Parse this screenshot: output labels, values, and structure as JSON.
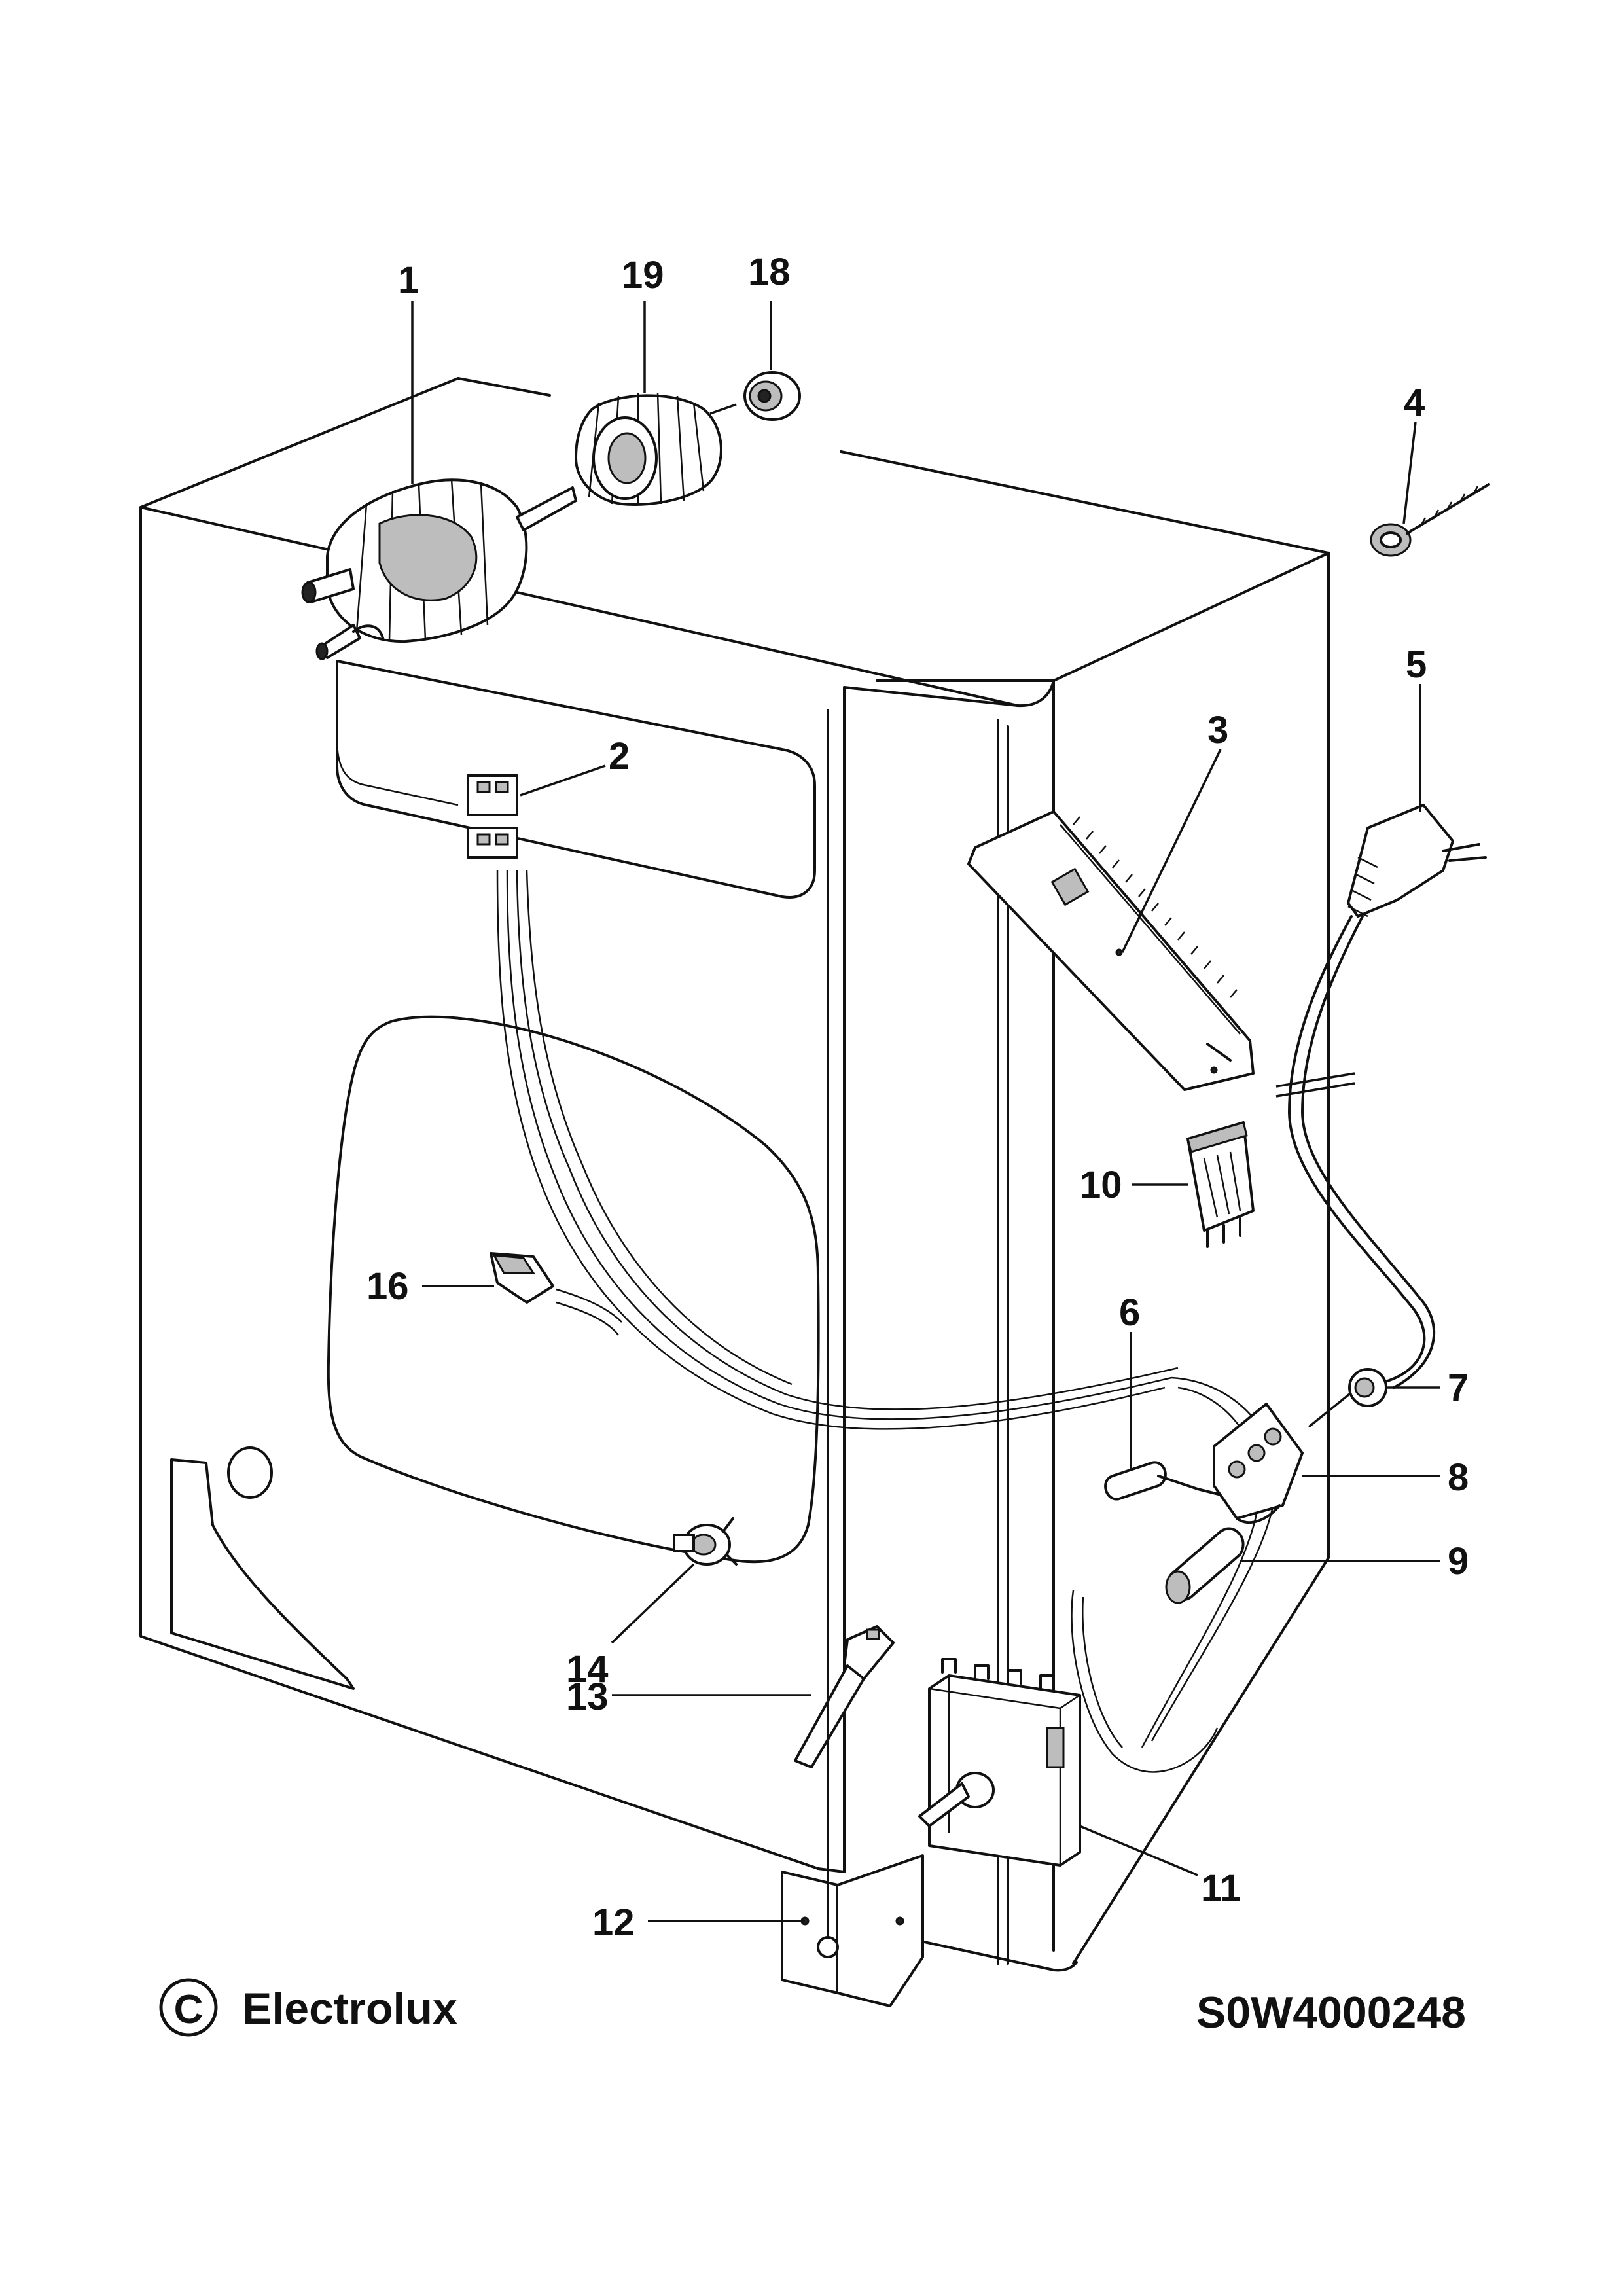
{
  "callouts": [
    {
      "id": "1",
      "text": "1"
    },
    {
      "id": "19",
      "text": "19"
    },
    {
      "id": "18",
      "text": "18"
    },
    {
      "id": "4",
      "text": "4"
    },
    {
      "id": "5",
      "text": "5"
    },
    {
      "id": "3",
      "text": "3"
    },
    {
      "id": "2",
      "text": "2"
    },
    {
      "id": "10",
      "text": "10"
    },
    {
      "id": "6",
      "text": "6"
    },
    {
      "id": "16",
      "text": "16"
    },
    {
      "id": "7",
      "text": "7"
    },
    {
      "id": "8",
      "text": "8"
    },
    {
      "id": "9",
      "text": "9"
    },
    {
      "id": "14",
      "text": "14"
    },
    {
      "id": "13",
      "text": "13"
    },
    {
      "id": "11",
      "text": "11"
    },
    {
      "id": "12",
      "text": "12"
    }
  ],
  "footer": {
    "copyright_symbol": "C",
    "brand": "Electrolux",
    "drawing_code": "S0W4000248"
  }
}
